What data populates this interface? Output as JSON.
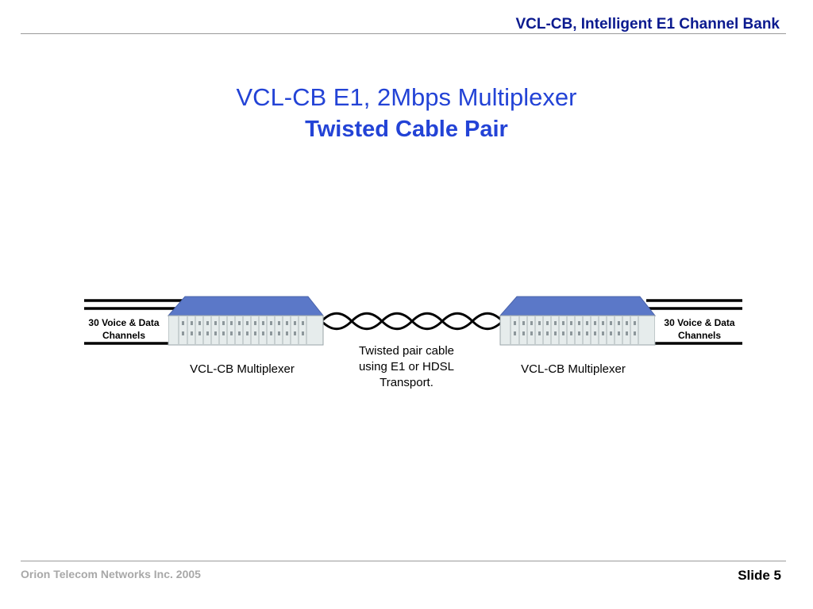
{
  "header": {
    "title": "VCL-CB, Intelligent E1 Channel Bank"
  },
  "slide": {
    "title": "VCL-CB E1, 2Mbps Multiplexer",
    "subtitle": "Twisted Cable Pair"
  },
  "diagram": {
    "left_channels": {
      "line1": "30 Voice & Data",
      "line2": "Channels"
    },
    "right_channels": {
      "line1": "30 Voice & Data",
      "line2": "Channels"
    },
    "left_device": "VCL-CB Multiplexer",
    "right_device": "VCL-CB Multiplexer",
    "cable": {
      "line1": "Twisted pair cable",
      "line2": "using E1 or HDSL",
      "line3": "Transport."
    },
    "colors": {
      "device_top": "#5b78c8",
      "device_front": "#e6ecec",
      "line": "#000000"
    }
  },
  "footer": {
    "company": "Orion Telecom Networks Inc. 2005",
    "slide_number": "Slide 5"
  }
}
